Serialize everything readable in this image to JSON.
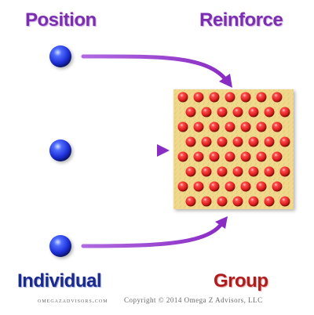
{
  "labels": {
    "top_left": "Position",
    "top_right": "Reinforce",
    "bottom_left": "Individual",
    "bottom_right": "Group"
  },
  "footer": {
    "site": "omegazadvisors.com",
    "copyright": "Copyright © 2014 Omega Z Advisors, LLC"
  },
  "colors": {
    "position_label": "#7b2fb0",
    "reinforce_label": "#7b2fb0",
    "individual_label": "#1a2a8c",
    "group_label": "#b01c1c",
    "arrow": "#9b3fcf",
    "individual_sphere": "#1c2fd6",
    "group_sphere": "#d81c1c",
    "group_background": "#f0d98c"
  },
  "icons": {
    "individual": "blue-sphere",
    "group_member": "red-sphere"
  }
}
